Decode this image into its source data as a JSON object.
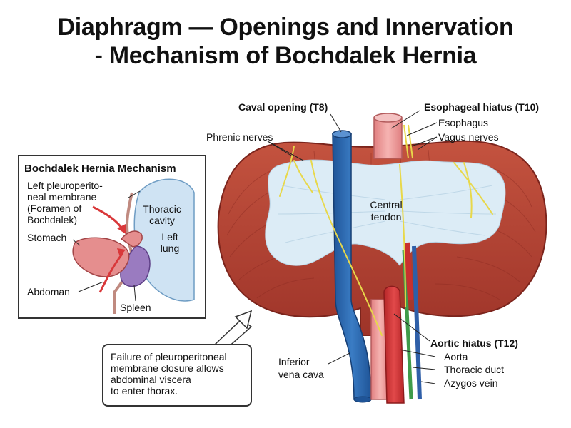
{
  "title": {
    "line1": "Diaphragm — Openings and Innervation",
    "line2": "- Mechanism of Bochdalek Hernia"
  },
  "labels": {
    "caval_opening": "Caval opening (T8)",
    "esophageal_hiatus": "Esophageal hiatus (T10)",
    "esophagus": "Esophagus",
    "vagus_nerves": "Vagus nerves",
    "phrenic_nerves": "Phrenic nerves",
    "central_tendon_1": "Central",
    "central_tendon_2": "tendon",
    "aortic_hiatus": "Aortic hiatus (T12)",
    "aorta": "Aorta",
    "thoracic_duct": "Thoracic duct",
    "azygos_vein": "Azygos vein",
    "ivc_1": "Inferior",
    "ivc_2": "vena cava"
  },
  "inset": {
    "title": "Bochdalek Hernia Mechanism",
    "membrane_1": "Left pleuroperito-",
    "membrane_2": "neal membrane",
    "membrane_3": "(Foramen of",
    "membrane_4": "Bochdalek)",
    "thoracic_1": "Thoracic",
    "thoracic_2": "cavity",
    "lung_1": "Left",
    "lung_2": "lung",
    "stomach": "Stomach",
    "abdomen": "Abdoman",
    "spleen": "Spleen"
  },
  "callout": {
    "line1": "Failure of pleuroperitoneal",
    "line2": "membrane closure allows",
    "line3": "abdominal viscera",
    "line4": "to enter thorax."
  },
  "colors": {
    "muscle": "#b9493a",
    "tendon": "#dcecf6",
    "vena_cava": "#2e6db4",
    "aorta": "#d9383a",
    "esophagus": "#ef9a9a",
    "nerve": "#e8d84a",
    "thoracic_duct": "#3f9b4a",
    "azygos": "#2f5fa8"
  }
}
